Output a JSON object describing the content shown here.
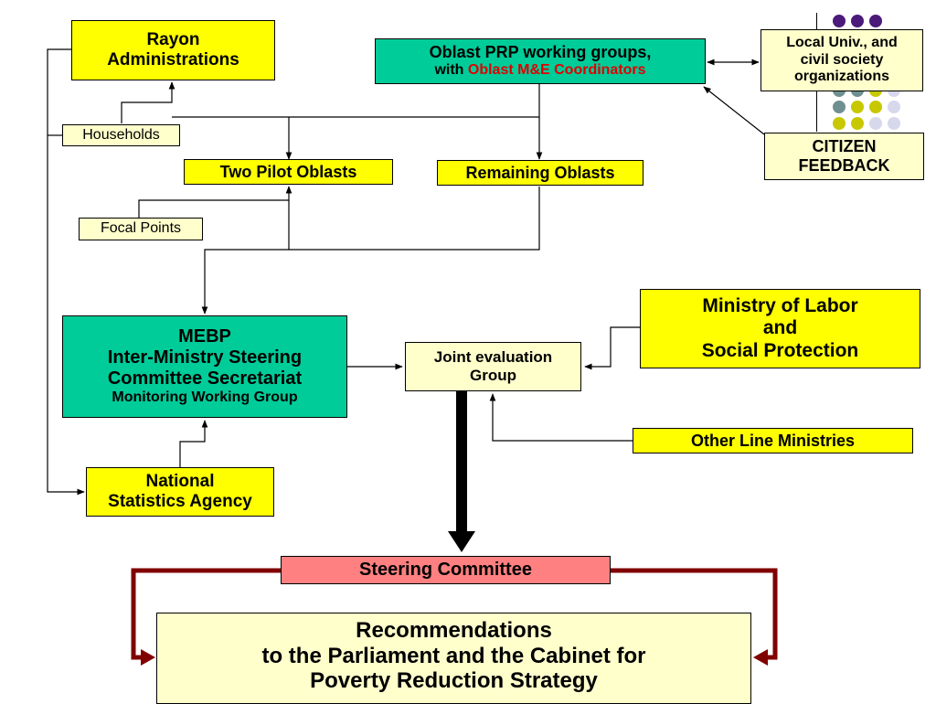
{
  "boxes": {
    "rayon": {
      "line1": "Rayon",
      "line2": "Administrations"
    },
    "oblast_prp": {
      "line1": "Oblast PRP working groups,",
      "with_text": "with ",
      "coordinators": "Oblast M&E Coordinators"
    },
    "local_univ": {
      "line1": "Local Univ., and",
      "line2": "civil society",
      "line3": "organizations"
    },
    "citizen_feedback": {
      "line1": "CITIZEN",
      "line2": "FEEDBACK"
    },
    "households": "Households",
    "two_pilot": "Two Pilot Oblasts",
    "remaining": "Remaining Oblasts",
    "focal_points": "Focal Points",
    "mebp": {
      "line1": "MEBP",
      "line2": "Inter-Ministry Steering",
      "line3": "Committee Secretariat",
      "line4": "Monitoring Working Group"
    },
    "joint_eval": {
      "line1": "Joint evaluation",
      "line2": "Group"
    },
    "ministry_labor": {
      "line1": "Ministry of Labor",
      "line2": "and",
      "line3": "Social Protection"
    },
    "other_line": "Other Line Ministries",
    "national_stats": {
      "line1": "National",
      "line2": "Statistics Agency"
    },
    "steering": "Steering Committee",
    "recommendations": {
      "line1": "Recommendations",
      "line2": "to the Parliament and the Cabinet for",
      "line3": "Poverty Reduction Strategy"
    }
  },
  "colors": {
    "yellow": "#ffff00",
    "teal": "#00cc99",
    "cream": "#ffffcc",
    "steering_pink": "#ff8080",
    "coordinator_red": "#e00000",
    "feedback_arrow": "#800000",
    "dot_purple": "#4b1a7a",
    "dot_olive": "#c8c800",
    "dot_slate": "#6f9090",
    "dot_lavender": "#d8d8ec"
  }
}
